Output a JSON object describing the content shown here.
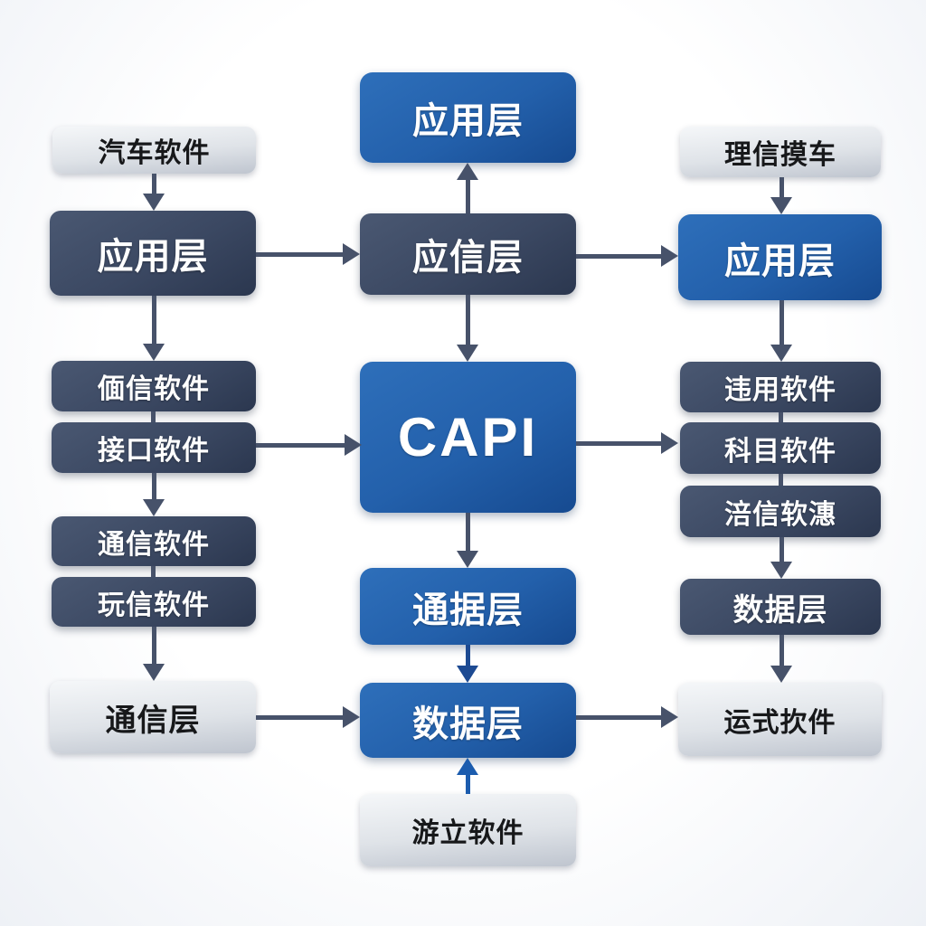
{
  "diagram": {
    "type": "flowchart",
    "description": "Three-column layered software architecture diagram centered on CAPI",
    "colors": {
      "background": "#f4f6fa",
      "box_blue": "#2360ab",
      "box_slate": "#3b4862",
      "box_light_gray": "#d8dce2",
      "arrow_slate": "#47526a",
      "arrow_navy": "#1d4a92",
      "arrow_royal_blue": "#1c5cae",
      "text_on_dark": "#ffffff",
      "text_on_light": "#17181a"
    },
    "columns": {
      "left": [
        {
          "label": "汽车软件",
          "variant": "light"
        },
        {
          "label": "应用层",
          "variant": "slate"
        },
        {
          "label": "偭信软件",
          "variant": "slate"
        },
        {
          "label": "接口软件",
          "variant": "slate"
        },
        {
          "label": "通信软件",
          "variant": "slate"
        },
        {
          "label": "玩信软件",
          "variant": "slate"
        },
        {
          "label": "通信层",
          "variant": "light"
        }
      ],
      "middle": [
        {
          "label": "应用层",
          "variant": "blue"
        },
        {
          "label": "应信层",
          "variant": "slate"
        },
        {
          "label": "CAPI",
          "variant": "blue"
        },
        {
          "label": "通据层",
          "variant": "blue"
        },
        {
          "label": "数据层",
          "variant": "blue"
        },
        {
          "label": "游立软件",
          "variant": "light"
        }
      ],
      "right": [
        {
          "label": "理信摸车",
          "variant": "light"
        },
        {
          "label": "应用层",
          "variant": "blue"
        },
        {
          "label": "违用软件",
          "variant": "slate"
        },
        {
          "label": "科目软件",
          "variant": "slate"
        },
        {
          "label": "涪信软潓",
          "variant": "slate"
        },
        {
          "label": "数据层",
          "variant": "slate"
        },
        {
          "label": "运式扻件",
          "variant": "light"
        }
      ]
    },
    "edges": [
      {
        "from": "汽车软件",
        "to": "应用层(左)",
        "style": "arrow-down"
      },
      {
        "from": "应用层(左)",
        "to": "偭信软件",
        "style": "arrow-down"
      },
      {
        "from": "偭信软件",
        "to": "接口软件",
        "style": "line"
      },
      {
        "from": "接口软件",
        "to": "通信软件",
        "style": "arrow-down"
      },
      {
        "from": "通信软件",
        "to": "玩信软件",
        "style": "line"
      },
      {
        "from": "玩信软件",
        "to": "通信层",
        "style": "arrow-down"
      },
      {
        "from": "应用层(左)",
        "to": "应信层",
        "style": "arrow-right"
      },
      {
        "from": "应信层",
        "to": "应用层(中上)",
        "style": "arrow-up"
      },
      {
        "from": "应信层",
        "to": "应用层(右)",
        "style": "arrow-right"
      },
      {
        "from": "应信层",
        "to": "CAPI",
        "style": "arrow-down"
      },
      {
        "from": "接口软件",
        "to": "CAPI",
        "style": "arrow-right"
      },
      {
        "from": "CAPI",
        "to": "科目软件",
        "style": "arrow-right"
      },
      {
        "from": "CAPI",
        "to": "通据层",
        "style": "arrow-down"
      },
      {
        "from": "通据层",
        "to": "数据层(中)",
        "style": "arrow-down"
      },
      {
        "from": "游立软件",
        "to": "数据层(中)",
        "style": "arrow-up"
      },
      {
        "from": "通信层",
        "to": "数据层(中)",
        "style": "arrow-right"
      },
      {
        "from": "数据层(中)",
        "to": "运式扻件",
        "style": "arrow-right"
      },
      {
        "from": "理信摸车",
        "to": "应用层(右)",
        "style": "arrow-down"
      },
      {
        "from": "应用层(右)",
        "to": "违用软件",
        "style": "arrow-down"
      },
      {
        "from": "违用软件",
        "to": "科目软件",
        "style": "line"
      },
      {
        "from": "科目软件",
        "to": "涪信软潓",
        "style": "line"
      },
      {
        "from": "涪信软潓",
        "to": "数据层(右)",
        "style": "arrow-down"
      },
      {
        "from": "数据层(右)",
        "to": "运式扻件",
        "style": "arrow-down"
      }
    ]
  }
}
